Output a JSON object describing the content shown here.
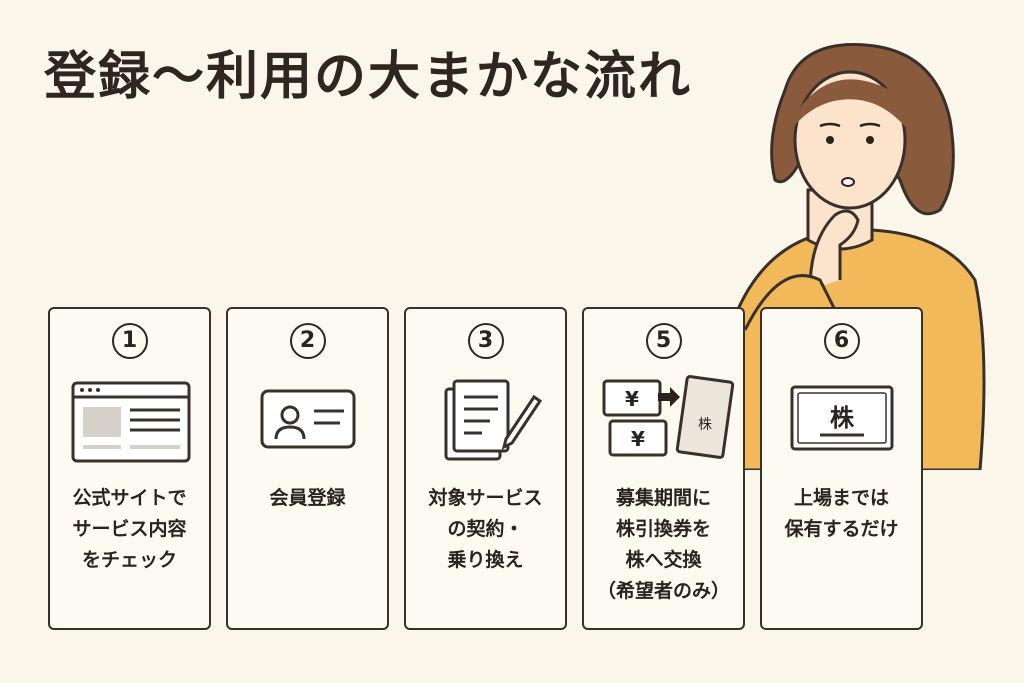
{
  "title": "登録〜利用の大まかな流れ",
  "steps": [
    {
      "number": "1",
      "icon": "website-icon",
      "lines": [
        "公式サイトで",
        "サービス内容",
        "をチェック"
      ]
    },
    {
      "number": "2",
      "icon": "member-card-icon",
      "lines": [
        "会員登録"
      ]
    },
    {
      "number": "3",
      "icon": "contract-document-icon",
      "lines": [
        "対象サービス",
        "の契約・",
        "乗り換え"
      ]
    },
    {
      "number": "5",
      "icon": "yen-to-stock-exchange-icon",
      "lines": [
        "募集期間に",
        "株引換券を",
        "株へ交換",
        "（希望者のみ）"
      ],
      "stock_label": "株",
      "yen_symbol": "¥"
    },
    {
      "number": "6",
      "icon": "stock-certificate-icon",
      "lines": [
        "上場までは",
        "保有するだけ"
      ],
      "stock_label": "株"
    }
  ],
  "colors": {
    "background": "#fbf6ea",
    "border": "#3a302b",
    "sweater": "#f2b95a",
    "hair": "#8a5a3c"
  }
}
